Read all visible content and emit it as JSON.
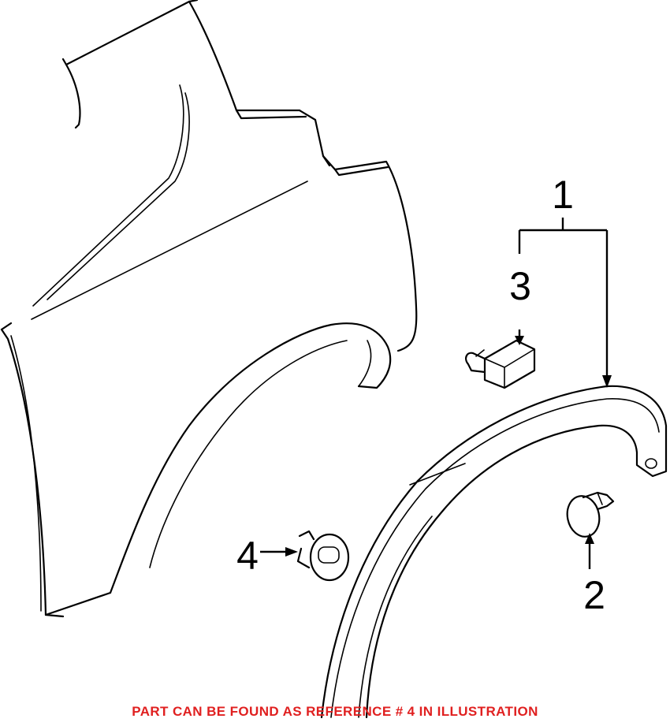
{
  "callouts": {
    "c1": "1",
    "c2": "2",
    "c3": "3",
    "c4": "4"
  },
  "footer_note": "PART CAN BE FOUND AS REFERENCE # 4 IN ILLUSTRATION",
  "colors": {
    "line": "#000000",
    "note": "#e02020",
    "background": "#ffffff"
  }
}
